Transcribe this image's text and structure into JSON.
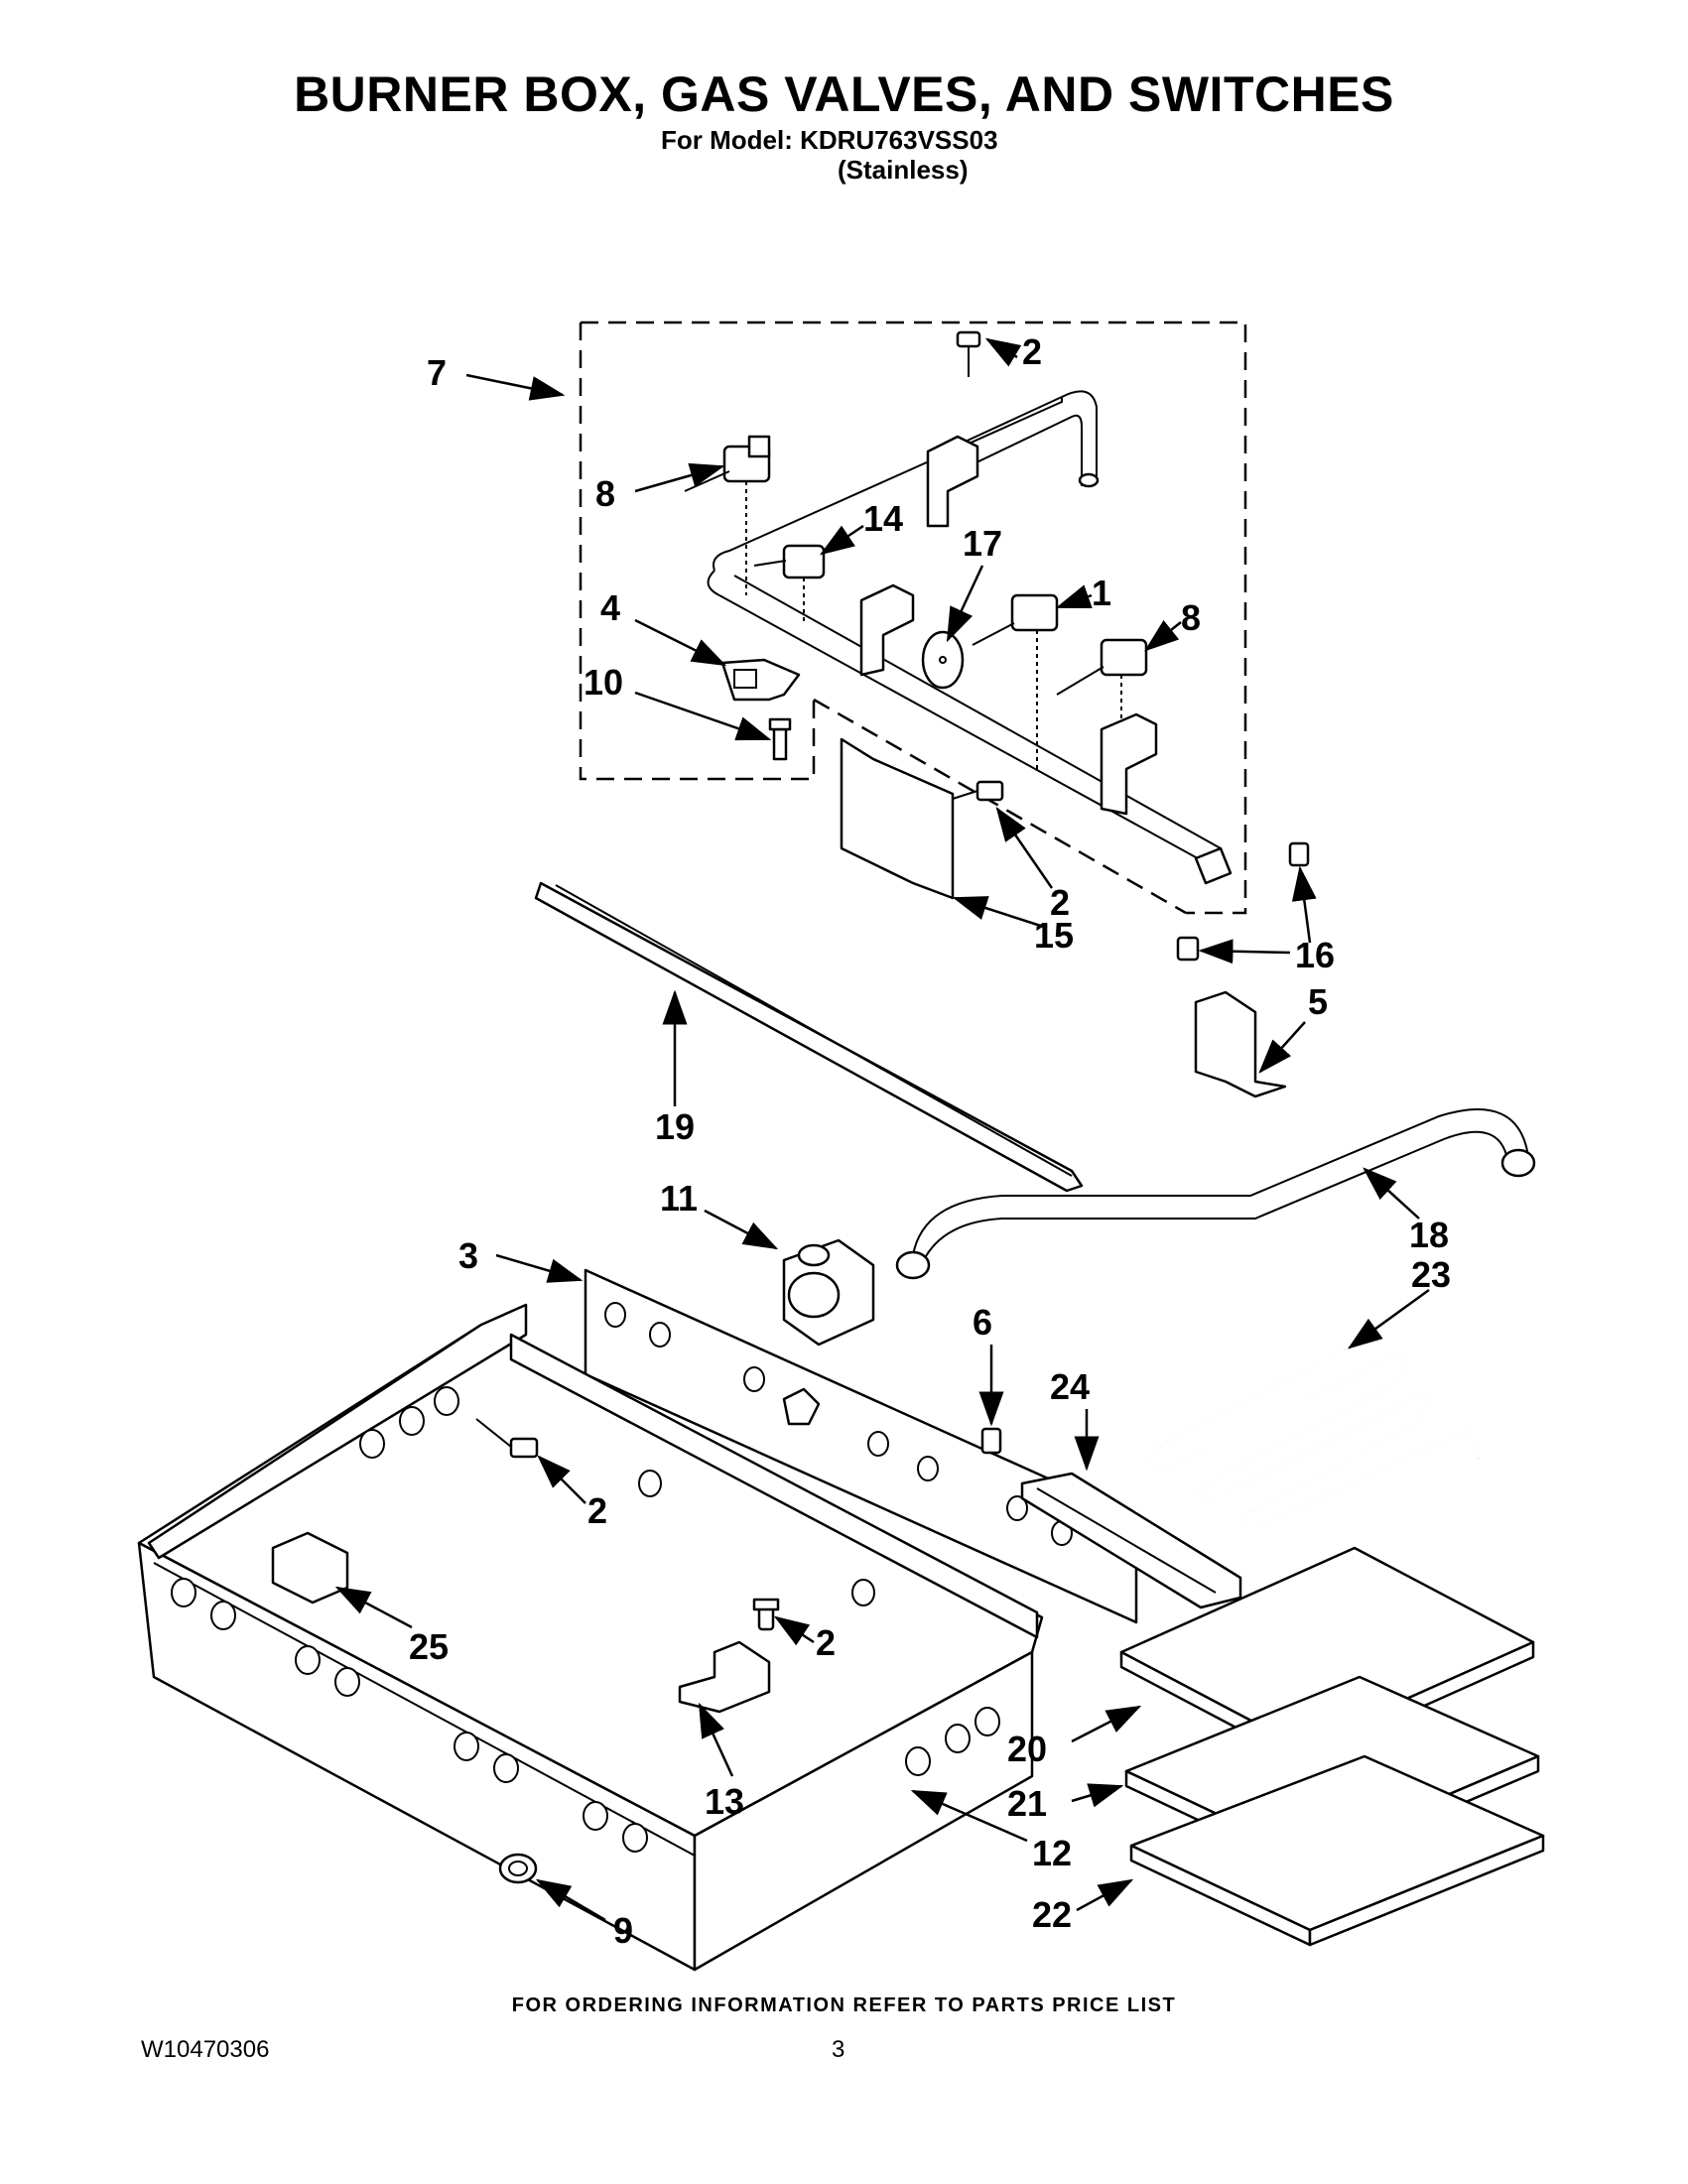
{
  "header": {
    "title": "BURNER BOX, GAS VALVES, AND SWITCHES",
    "model_line": "For Model: KDRU763VSS03",
    "finish": "(Stainless)"
  },
  "callouts": [
    {
      "id": "c7",
      "text": "7"
    },
    {
      "id": "c2a",
      "text": "2"
    },
    {
      "id": "c8a",
      "text": "8"
    },
    {
      "id": "c14",
      "text": "14"
    },
    {
      "id": "c17",
      "text": "17"
    },
    {
      "id": "c1",
      "text": "1"
    },
    {
      "id": "c8b",
      "text": "8"
    },
    {
      "id": "c4",
      "text": "4"
    },
    {
      "id": "c10",
      "text": "10"
    },
    {
      "id": "c2b",
      "text": "2"
    },
    {
      "id": "c15",
      "text": "15"
    },
    {
      "id": "c16",
      "text": "16"
    },
    {
      "id": "c5",
      "text": "5"
    },
    {
      "id": "c19",
      "text": "19"
    },
    {
      "id": "c11",
      "text": "11"
    },
    {
      "id": "c18",
      "text": "18"
    },
    {
      "id": "c3",
      "text": "3"
    },
    {
      "id": "c23",
      "text": "23"
    },
    {
      "id": "c6",
      "text": "6"
    },
    {
      "id": "c24",
      "text": "24"
    },
    {
      "id": "c2c",
      "text": "2"
    },
    {
      "id": "c25",
      "text": "25"
    },
    {
      "id": "c2d",
      "text": "2"
    },
    {
      "id": "c13",
      "text": "13"
    },
    {
      "id": "c20",
      "text": "20"
    },
    {
      "id": "c21",
      "text": "21"
    },
    {
      "id": "c12",
      "text": "12"
    },
    {
      "id": "c22",
      "text": "22"
    },
    {
      "id": "c9",
      "text": "9"
    }
  ],
  "footer": {
    "ordering_note": "FOR ORDERING INFORMATION REFER TO PARTS PRICE LIST",
    "doc_number": "W10470306",
    "page_number": "3"
  }
}
